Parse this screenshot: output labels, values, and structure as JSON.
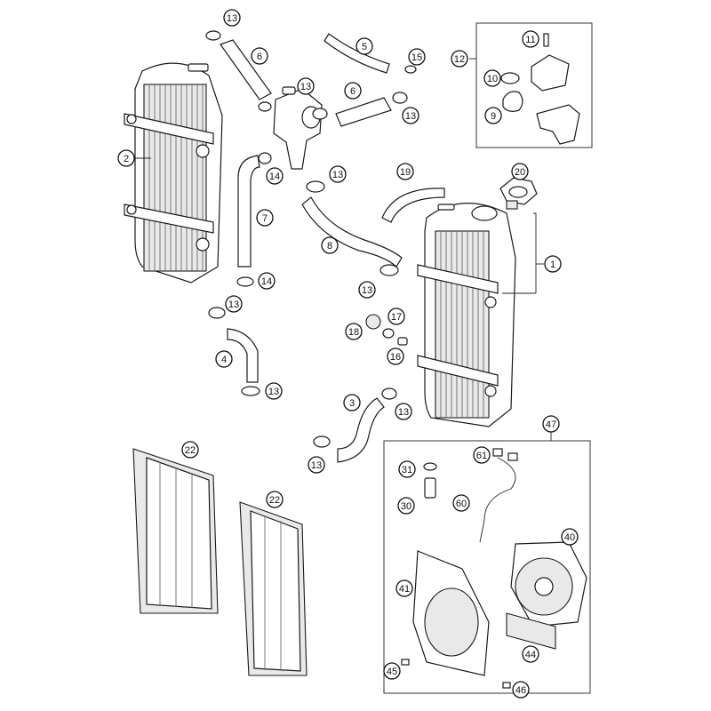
{
  "callouts": {
    "c1": "1",
    "c2": "2",
    "c3": "3",
    "c4": "4",
    "c5": "5",
    "c6a": "6",
    "c6b": "6",
    "c7": "7",
    "c8": "8",
    "c9": "9",
    "c10": "10",
    "c11": "11",
    "c12": "12",
    "c13a": "13",
    "c13b": "13",
    "c13c": "13",
    "c13d": "13",
    "c13e": "13",
    "c13f": "13",
    "c13g": "13",
    "c13h": "13",
    "c13i": "13",
    "c14a": "14",
    "c14b": "14",
    "c15": "15",
    "c16": "16",
    "c17": "17",
    "c18": "18",
    "c19": "19",
    "c20": "20",
    "c22a": "22",
    "c22b": "22",
    "c30": "30",
    "c31": "31",
    "c40": "40",
    "c41": "41",
    "c44": "44",
    "c45": "45",
    "c46": "46",
    "c47": "47",
    "c60": "60",
    "c61": "61"
  }
}
